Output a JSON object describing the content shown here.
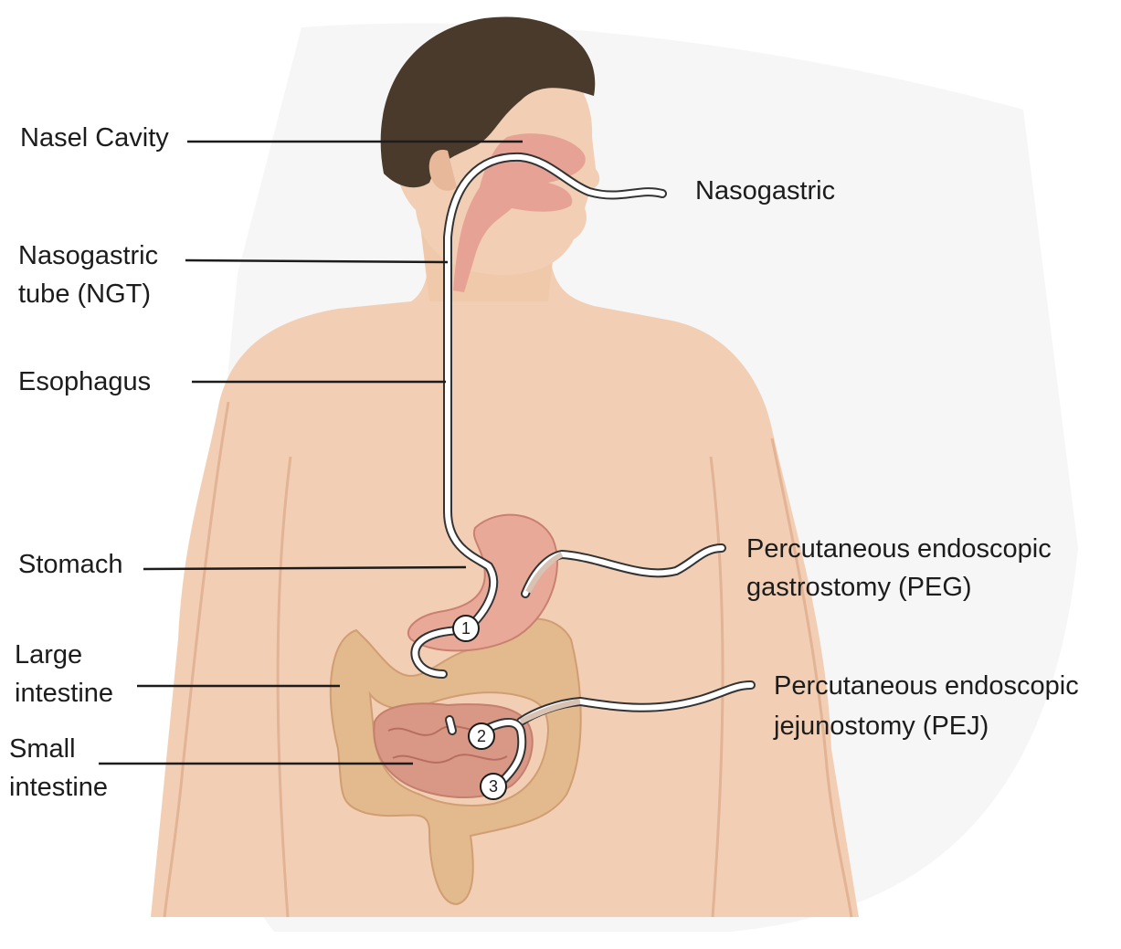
{
  "labels": {
    "nasal_cavity": "Nasel Cavity",
    "nasogastric_route": "Nasogastric",
    "ngt_line1": "Nasogastric",
    "ngt_line2": "tube (NGT)",
    "esophagus": "Esophagus",
    "stomach": "Stomach",
    "large_intestine_line1": "Large",
    "large_intestine_line2": "intestine",
    "small_intestine_line1": "Small",
    "small_intestine_line2": "intestine",
    "peg_line1": "Percutaneous endoscopic",
    "peg_line2": "gastrostomy (PEG)",
    "pej_line1": "Percutaneous endoscopic",
    "pej_line2": "jejunostomy  (PEJ)"
  },
  "markers": [
    "1",
    "2",
    "3"
  ],
  "colors": {
    "skin": "#f2cfb4",
    "skin_shade": "#e7b99a",
    "hair": "#4a3a2c",
    "nasal_passage": "#e6a395",
    "stomach": "#e9a999",
    "large_intestine": "#e3b98e",
    "small_intestine": "#d99886",
    "tube": "#ffffff",
    "tube_outline": "#333333",
    "leader_line": "#1c1c1c"
  }
}
